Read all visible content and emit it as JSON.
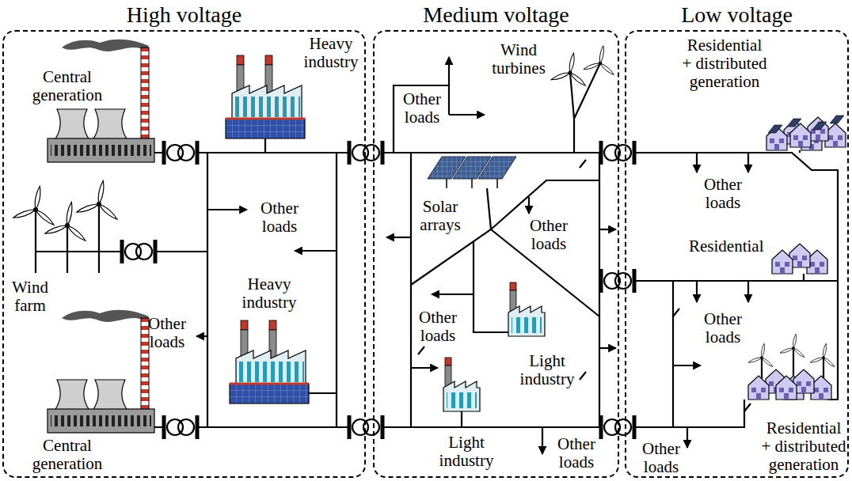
{
  "diagram": {
    "nodes": [
      {
        "text": [
          "High voltage"
        ]
      },
      {
        "text": [
          "Medium voltage"
        ]
      },
      {
        "text": [
          "Low voltage"
        ]
      }
    ],
    "labels": [
      "Central generation",
      "Heavy industry",
      "Other loads",
      "Wind farm",
      "Heavy industry",
      "Other loads",
      "Central generation",
      "Other loads",
      "Wind turbines",
      "Solar arrays",
      "Other loads",
      "Other loads",
      "Light industry",
      "Light industry",
      "Other loads",
      "Residential + distributed generation",
      "Other loads",
      "Residential",
      "Other loads",
      "Other loads",
      "Residential + distributed generation"
    ]
  }
}
